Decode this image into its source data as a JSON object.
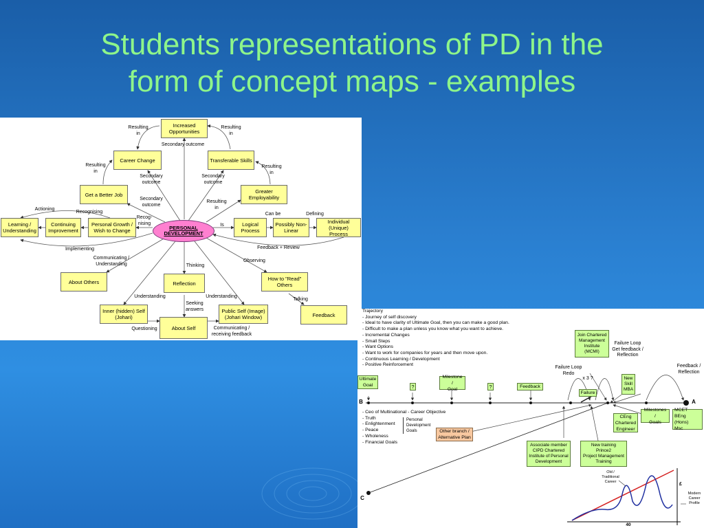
{
  "slide": {
    "title_line1": "Students representations of PD in the",
    "title_line2": "form of concept maps - examples"
  },
  "map1": {
    "center": "PERSONAL\nDEVELOPMENT",
    "nodes": {
      "increased": "Increased\nOpportunities",
      "career_change": "Career Change",
      "transferable": "Transferable Skills",
      "better_job": "Get a Better Job",
      "employability": "Greater\nEmployability",
      "learning": "Learning /\nUnderstanding",
      "continuing": "Continuing\nImprovement",
      "personal_growth": "Personal Growth /\nWish to Change",
      "logical": "Logical\nProcess",
      "nonlinear": "Possibly Non-\nLinear",
      "individual": "Individual (Unique)\nProcess",
      "about_others": "About Others",
      "reflection": "Reflection",
      "read_others": "How to \"Read\"\nOthers",
      "inner_self": "Inner (hidden) Self\n(Johari)",
      "about_self": "About Self",
      "public_self": "Public Self (Image)\n(Johari Window)",
      "feedback": "Feedback"
    },
    "labels": {
      "resulting_in_1": "Resulting\nin",
      "resulting_in_2": "Resulting\nin",
      "resulting_in_3": "Resulting\nin",
      "resulting_in_4": "Resulting\nin",
      "resulting_in_5": "Resulting\nin",
      "secondary_outcome_top": "Secondary  outcome",
      "secondary_outcome_a": "Secondary\noutcome",
      "secondary_outcome_b": "Secondary\noutcome",
      "secondary_outcome_c": "Secondary\noutcome",
      "actioning": "Actioning",
      "recognising": "Recognising",
      "recognising_short": "Recog-\nnising",
      "is": "Is",
      "can_be": "Can be",
      "defining": "Defining",
      "feedback_review": "Feedback + Review",
      "implementing": "Implementing",
      "communicating": "Communicating /\nUnderstanding",
      "observing": "Observing",
      "thinking": "Thinking",
      "understanding_1": "Understanding",
      "understanding_2": "Understanding",
      "seeking": "Seeking\nanswers",
      "talking": "Talking",
      "questioning": "Questioning",
      "communicating_feedback": "Communicating /\nreceiving feedback"
    }
  },
  "map2": {
    "trajectory_text": "Trajectory\n- Journey of self discovery\n- Ideal to have clarity of Ultimate Goal, then you can make a good plan.\n- Difficult to make a plan unless you know what you want to achieve.\n- Incremental Changes\n- Small Steps\n- Want Options\n- Want to work for companies for years and then move upon.\n- Continuous Learning / Development\n- Positive Reinforcement",
    "goals_text": "- Ceo of Multinational -  Career Objective\n- Truth\n- Enlightenment\n- Peace\n- Wholeness\n- Financial Goals",
    "pd_goals": "Personal\nDevelopment\nGoals",
    "point_b": "B",
    "point_a": "A",
    "point_c": "C",
    "ultimate_goal": "Ultimate\nGoal",
    "q1": "?",
    "q2": "?",
    "milestone_goal": "Milestone /\nGoal",
    "feedback": "Feedback",
    "join_cmi": "Join Chartered\nManagement\nInstitute\n(MCMI)",
    "failure_loop_feedback": "Failure Loop\nGet feedback /\nReflection",
    "failure_loop_redo": "Failure Loop\nRedo",
    "x3": "x 3 ?",
    "failure": "Failure",
    "new_skill": "New\nSkill\nMBA",
    "feedback_reflection": "Feedback /\nReflection",
    "milestones_goals": "Milestones /\nGoals",
    "mcet": "MCET\nBEng (Hons)\nMsc",
    "ceng": "CEng\nChartered\nEngineer",
    "other_branch": "Other branch /\nAlternative Plan",
    "associate": "Associate member\nCIPD Chartered\nInstitute of Personal\nDevelopment",
    "new_training": "New training\nPrince2\nProject Management\nTraining",
    "old_career": "Old /\nTraditional\nCareer",
    "pound": "£",
    "modern_career": "Modern\nCareer\nProfile",
    "x_40": "40"
  }
}
